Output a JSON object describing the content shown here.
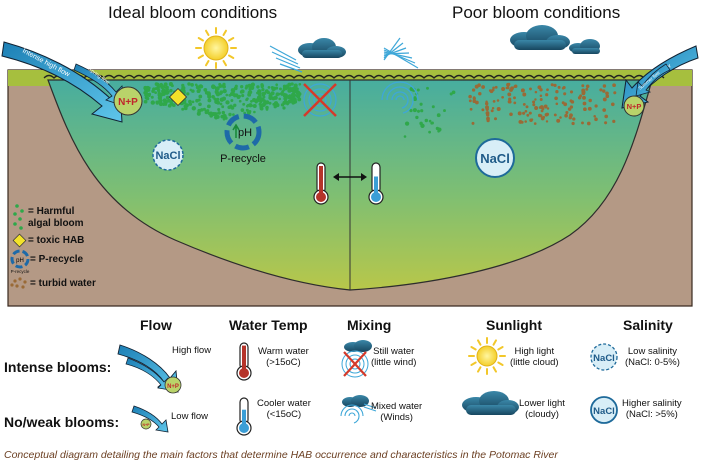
{
  "header": {
    "left_title": "Ideal bloom conditions",
    "right_title": "Poor bloom conditions"
  },
  "diagram": {
    "left_arrow_big": "Intense high flow",
    "left_arrow_small": "Spring flow",
    "right_arrow_big": "Low flow",
    "right_arrow_small": "Summer flow",
    "nutrients_left": "N+P",
    "nutrients_right": "N+P",
    "salt_left": "NaCl",
    "salt_right": "NaCl",
    "ph": "pH",
    "p_recycle": "P-recycle"
  },
  "legend": {
    "hab_line1": "= Harmful",
    "hab_line2": "algal bloom",
    "toxic": "= toxic HAB",
    "precycle": "= P-recycle",
    "precycle_icon_label": "P-recycle",
    "turbid": "= turbid water"
  },
  "table": {
    "columns": [
      "Flow",
      "Water Temp",
      "Mixing",
      "Sunlight",
      "Salinity"
    ],
    "rows": [
      "Intense blooms:",
      "No/weak blooms:"
    ],
    "intense": {
      "flow": "High flow",
      "temp_1": "Warm water",
      "temp_2": "(>15oC)",
      "mixing_1": "Still water",
      "mixing_2": "(little wind)",
      "sun_1": "High light",
      "sun_2": "(little cloud)",
      "salt_1": "Low salinity",
      "salt_2": "(NaCl:  0-5%)",
      "salt_icon": "NaCl",
      "np": "N+P"
    },
    "weak": {
      "flow": "Low flow",
      "temp_1": "Cooler water",
      "temp_2": "(<15oC)",
      "mixing_1": "Mixed water",
      "mixing_2": "(Winds)",
      "sun_1": "Lower light",
      "sun_2": "(cloudy)",
      "salt_1": "Higher salinity",
      "salt_2": "(NaCl: >5%)",
      "salt_icon": "NaCl",
      "np": "N+P"
    }
  },
  "caption": "Conceptual diagram detailing the main factors that determine HAB occurrence and characteristics in the Potomac River",
  "colors": {
    "water_top": "#4fb2a0",
    "water_bottom": "#b3c74a",
    "land": "#b59a85",
    "grass": "#a5bf3d",
    "arrow": "#35a9d6",
    "algae": "#2fa84a",
    "turbid": "#9a6a36",
    "caption": "#6b3f22"
  }
}
